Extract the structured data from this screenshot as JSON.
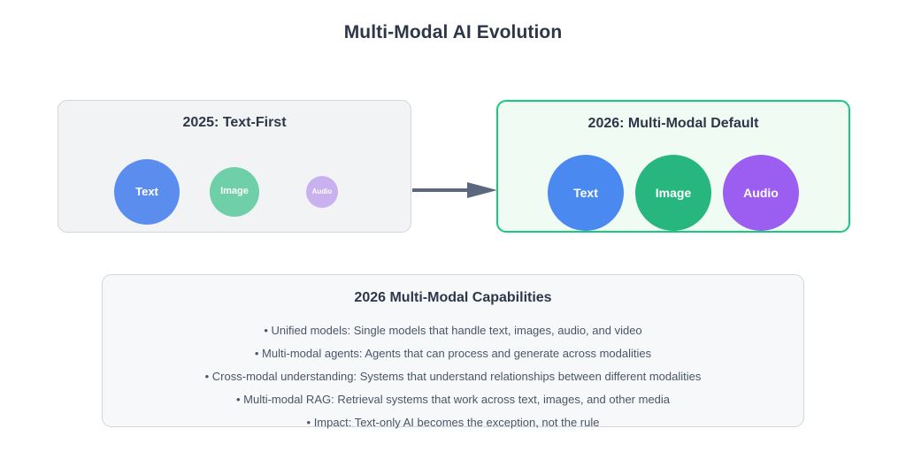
{
  "page": {
    "title": "Multi-Modal AI Evolution",
    "background": "#ffffff"
  },
  "colors": {
    "title_text": "#2d3748",
    "body_text": "#4a5568",
    "panel_before_bg": "#f2f3f5",
    "panel_before_border": "#d2d5dc",
    "panel_after_bg": "#f0fbf4",
    "panel_after_border": "#17ca80",
    "arrow": "#5c6780",
    "card_bg": "#f7f8fa",
    "card_border": "#d2d5dc"
  },
  "stages": {
    "before": {
      "title": "2025: Text-First",
      "modalities": [
        {
          "label": "Text",
          "color": "#5b8def",
          "size": 74,
          "font_size": 13
        },
        {
          "label": "Image",
          "color": "#6ecfa8",
          "size": 56,
          "font_size": 11
        },
        {
          "label": "Audio",
          "color": "#c9b0ee",
          "size": 36,
          "font_size": 8
        }
      ]
    },
    "after": {
      "title": "2026: Multi-Modal Default",
      "modalities": [
        {
          "label": "Text",
          "color": "#4a8af0",
          "size": 86,
          "font_size": 14
        },
        {
          "label": "Image",
          "color": "#26b67e",
          "size": 86,
          "font_size": 14
        },
        {
          "label": "Audio",
          "color": "#9b5ef0",
          "size": 86,
          "font_size": 14
        }
      ]
    }
  },
  "transition": {
    "arrow_icon": "arrow-right-icon"
  },
  "capabilities": {
    "title": "2026 Multi-Modal Capabilities",
    "items": [
      "• Unified models: Single models that handle text, images, audio, and video",
      "• Multi-modal agents: Agents that can process and generate across modalities",
      "• Cross-modal understanding: Systems that understand relationships between different modalities",
      "• Multi-modal RAG: Retrieval systems that work across text, images, and other media",
      "• Impact: Text-only AI becomes the exception, not the rule"
    ]
  }
}
